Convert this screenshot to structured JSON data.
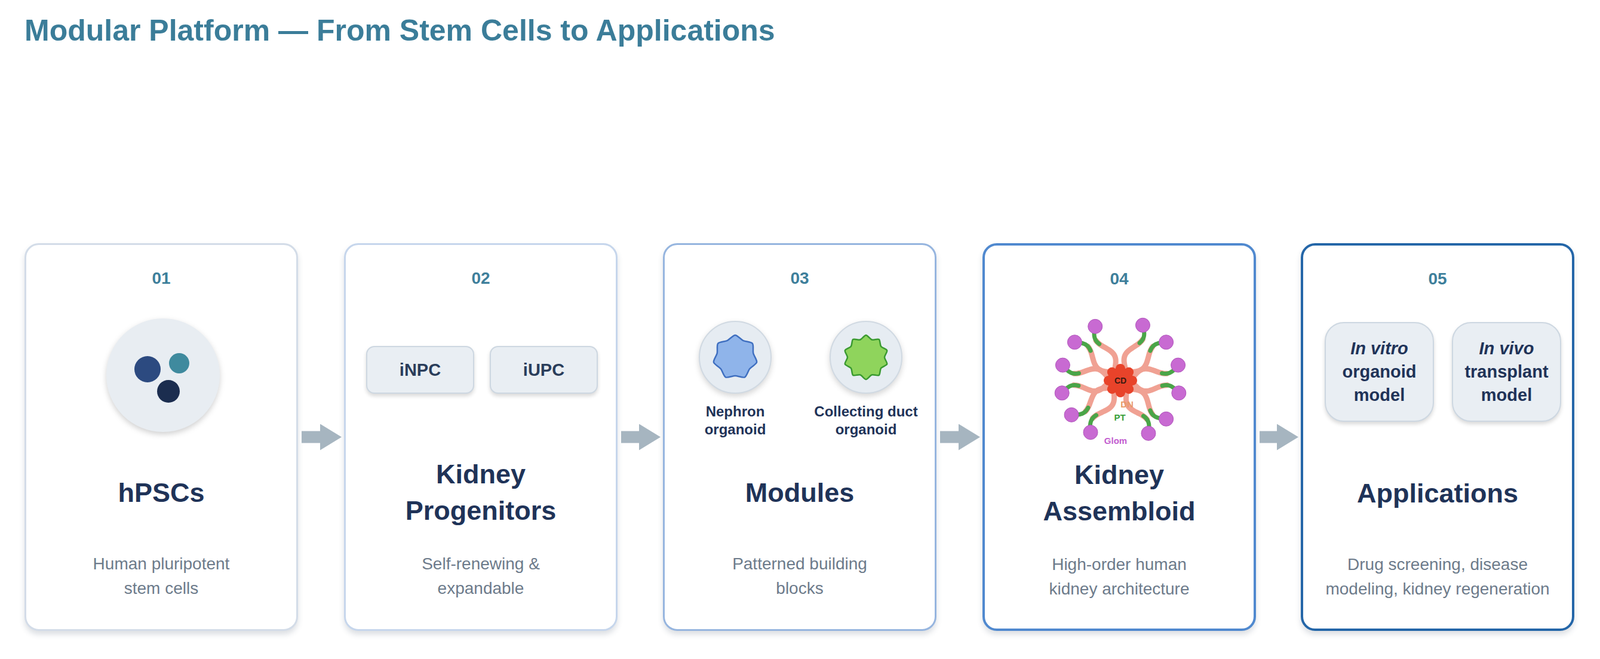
{
  "diagram": {
    "title": "Modular Platform — From Stem Cells to Applications",
    "nodes": [
      {
        "text": [
          "01",
          "hPSCs",
          "Human pluripotent stem cells"
        ]
      },
      {
        "text": [
          "02",
          "Kidney Progenitors",
          "Self-renewing & expandable"
        ]
      },
      {
        "text": [
          "iNPC"
        ],
        "in": 1
      },
      {
        "text": [
          "iUPC"
        ],
        "in": 1
      },
      {
        "text": [
          "03",
          "Modules",
          "Patterned building blocks"
        ]
      },
      {
        "text": [
          "Nephron organoid"
        ],
        "in": 4
      },
      {
        "text": [
          "Collecting duct organoid"
        ],
        "in": 4
      },
      {
        "text": [
          "04",
          "Kidney Assembloid",
          "High-order human kidney architecture"
        ]
      },
      {
        "text": [
          "05",
          "Applications",
          "Drug screening, disease modeling, kidney regeneration"
        ]
      },
      {
        "text": [
          "In vitro",
          "organoid model"
        ],
        "in": 8
      },
      {
        "text": [
          "In vivo",
          "transplant model"
        ],
        "in": 8
      }
    ],
    "edges": [
      {
        "from": 0,
        "to": 1,
        "arrow": "to"
      },
      {
        "from": 1,
        "to": 4,
        "arrow": "to"
      },
      {
        "from": 4,
        "to": 7,
        "arrow": "to"
      },
      {
        "from": 7,
        "to": 8,
        "arrow": "to"
      }
    ],
    "labels": [
      "CD",
      "DN",
      "PT",
      "Glom"
    ]
  }
}
